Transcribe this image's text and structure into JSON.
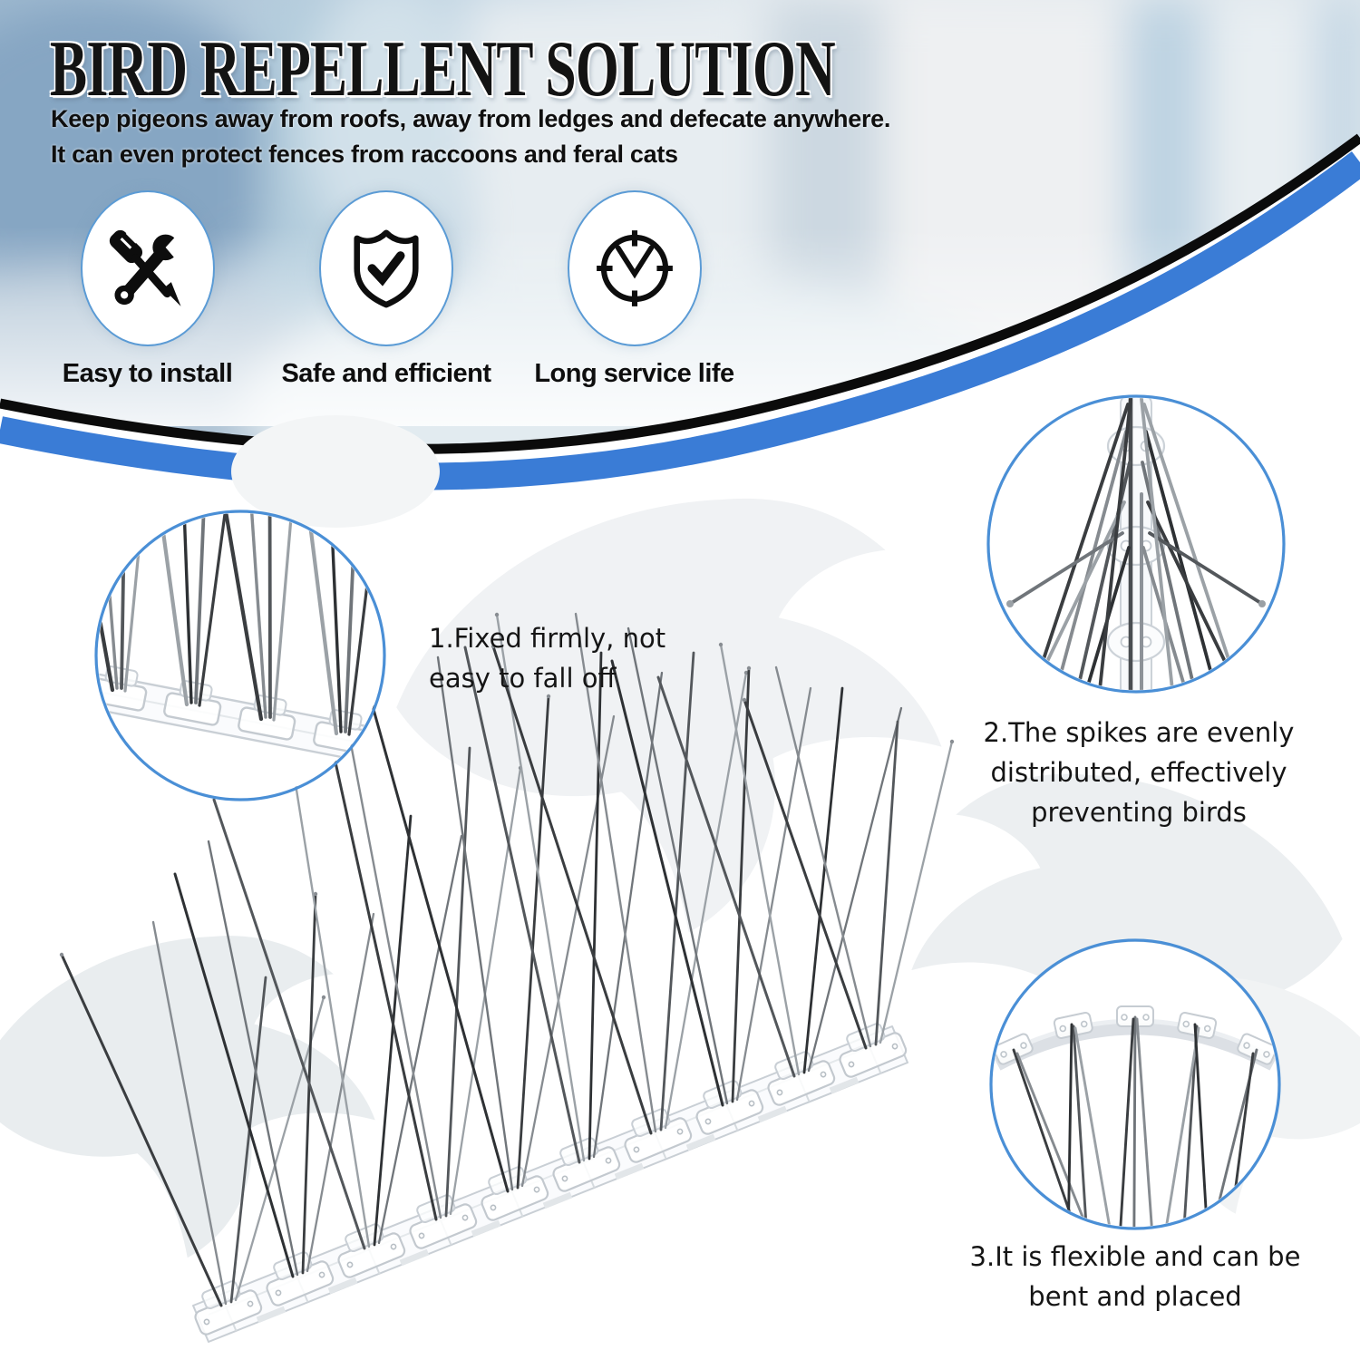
{
  "colors": {
    "accent_blue": "#3a7cd6",
    "circle_border_blue": "#4a8fd6",
    "swoosh_black": "#0b0b0b",
    "title_color": "#131313",
    "body_text": "#151515",
    "background": "#ffffff"
  },
  "header": {
    "title": "BIRD REPELLENT SOLUTION",
    "subtitle_line1": "Keep pigeons away from roofs, away from ledges and defecate anywhere.",
    "subtitle_line2": "It can even protect fences from raccoons and feral cats",
    "features": [
      {
        "icon": "tools-icon",
        "label": "Easy to install"
      },
      {
        "icon": "shield-check-icon",
        "label": "Safe and efficient"
      },
      {
        "icon": "clock-icon",
        "label": "Long service life"
      }
    ]
  },
  "callouts": [
    {
      "id": 1,
      "text": "1.Fixed firmly, not easy to fall off"
    },
    {
      "id": 2,
      "text": "2.The spikes are evenly distributed, effectively preventing birds"
    },
    {
      "id": 3,
      "text": "3.It is flexible and can be bent and placed"
    }
  ]
}
